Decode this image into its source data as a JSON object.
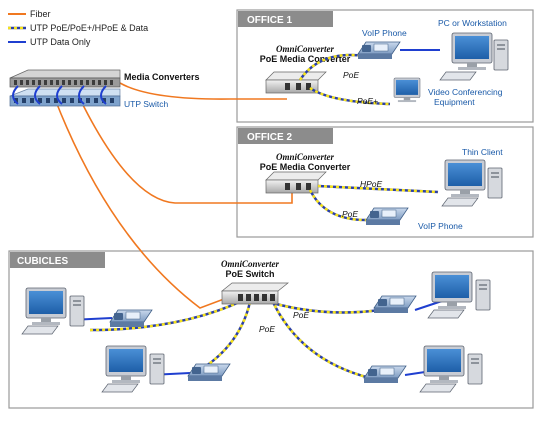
{
  "legend": {
    "fiber": "Fiber",
    "utp_poe": "UTP PoE/PoE+/HPoE & Data",
    "utp_data": "UTP Data Only"
  },
  "rack": {
    "media_converters": "Media Converters",
    "utp_switch": "UTP Switch"
  },
  "zones": {
    "office1": {
      "title": "OFFICE 1",
      "brand": "OmniConverter",
      "device": "PoE Media Converter",
      "voip": "VoIP Phone",
      "pc": "PC or Workstation",
      "vc_line1": "Video Conferencing",
      "vc_line2": "Equipment",
      "link_poe": "PoE",
      "link_poeplus": "PoE+"
    },
    "office2": {
      "title": "OFFICE 2",
      "brand": "OmniConverter",
      "device": "PoE Media Converter",
      "thin_client": "Thin Client",
      "voip": "VoIP Phone",
      "link_hpoe": "HPoE",
      "link_poe": "PoE"
    },
    "cubicles": {
      "title": "CUBICLES",
      "brand": "OmniConverter",
      "device": "PoE Switch",
      "link_poe_a": "PoE",
      "link_poe_b": "PoE"
    }
  },
  "colors": {
    "fiber": "#f07820",
    "poe_yellow": "#f5e21a",
    "poe_blue": "#2b3fa8",
    "utp": "#1f3fd0",
    "zone_header": "#8c8c8c",
    "device_blue": "#2a6fb8"
  }
}
